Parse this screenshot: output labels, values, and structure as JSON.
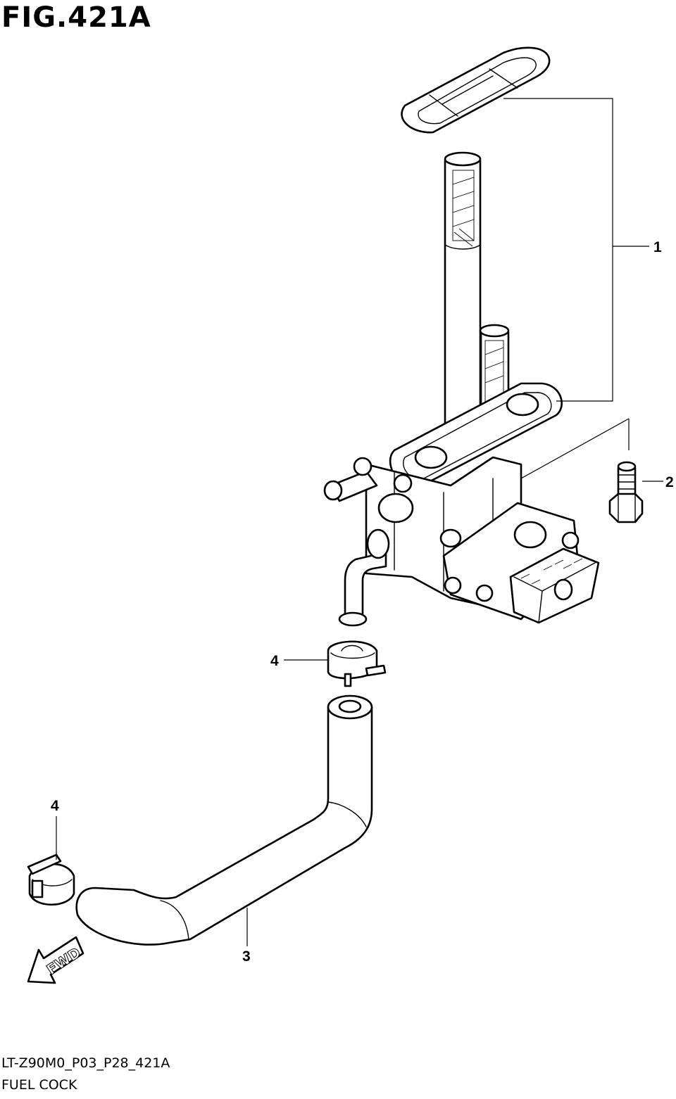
{
  "figure": {
    "title": "FIG.421A",
    "code": "LT-Z90M0_P03_P28_421A",
    "name": "FUEL COCK"
  },
  "callouts": {
    "c1": "1",
    "c2": "2",
    "c3": "3",
    "c4a": "4",
    "c4b": "4"
  },
  "direction_marker": "FWD"
}
